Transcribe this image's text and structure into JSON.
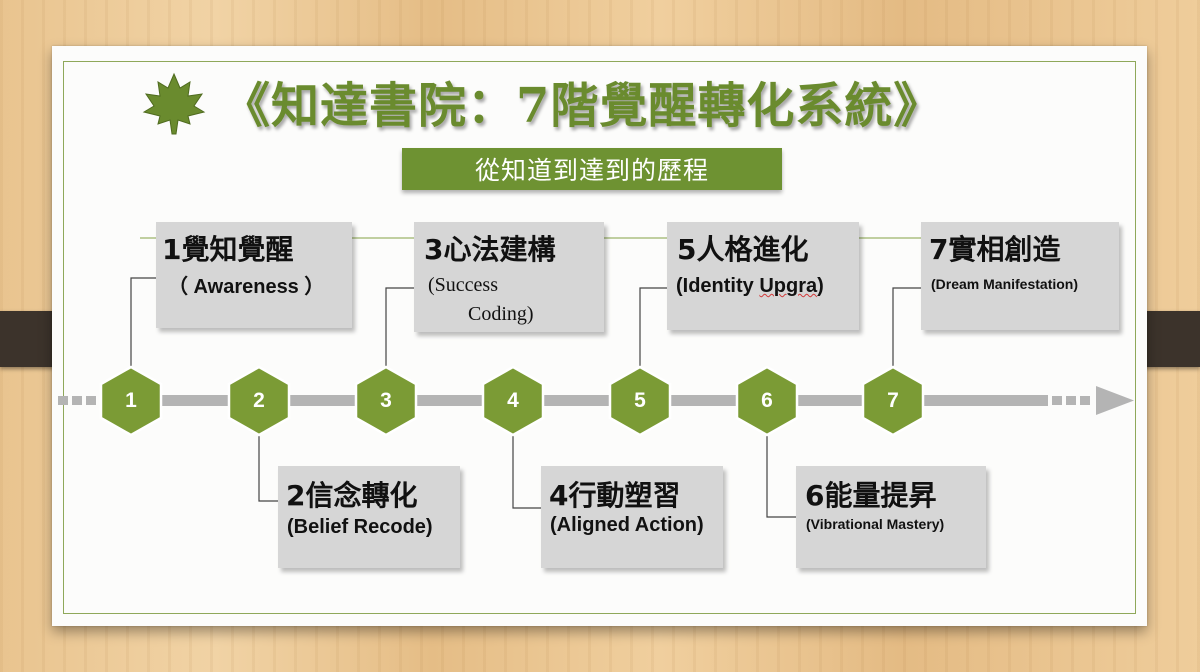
{
  "title": "《知達書院：7階覺醒轉化系統》",
  "subtitle": "從知道到達到的歷程",
  "colors": {
    "accent": "#6e9232",
    "hexagon": "#7b9b35",
    "timeline": "#b4b4b4",
    "card": "#d6d6d6"
  },
  "icon": "maple-leaf-icon",
  "steps": [
    {
      "number": "1",
      "title": "1覺知覺醒",
      "subtitle": "（ Awareness ）"
    },
    {
      "number": "2",
      "title": "2信念轉化",
      "subtitle": "(Belief Recode)"
    },
    {
      "number": "3",
      "title": "3心法建構",
      "subtitle_line1": "(Success",
      "subtitle_line2": "Coding)"
    },
    {
      "number": "4",
      "title": "4行動塑習",
      "subtitle": "(Aligned  Action)"
    },
    {
      "number": "5",
      "title": "5人格進化",
      "subtitle_a": "(Identity ",
      "subtitle_b": "Upgra",
      "subtitle_c": ")"
    },
    {
      "number": "6",
      "title": "6能量提昇",
      "subtitle": "(Vibrational Mastery)"
    },
    {
      "number": "7",
      "title": "7實相創造",
      "subtitle": "(Dream Manifestation)"
    }
  ]
}
